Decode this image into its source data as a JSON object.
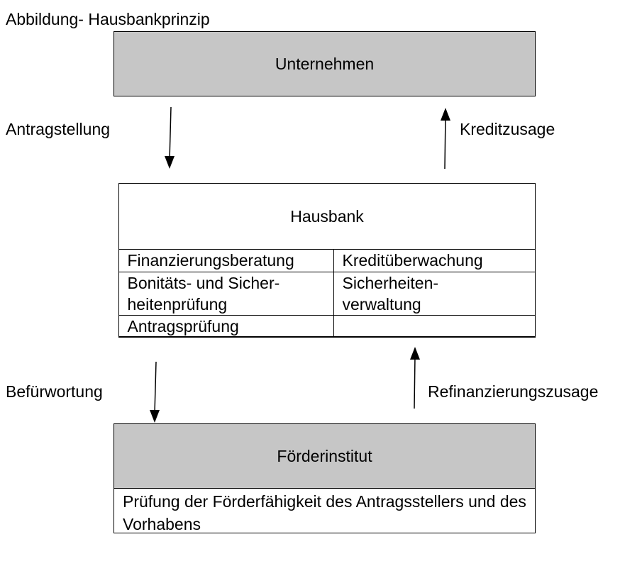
{
  "title": "Abbildung- Hausbankprinzip",
  "nodes": {
    "unternehmen": "Unternehmen",
    "hausbank": {
      "label": "Hausbank",
      "cells": [
        [
          "Finanzierungsberatung",
          "Kreditüberwachung"
        ],
        [
          "Bonitäts- und Sicher-\nheitenprüfung",
          "Sicherheiten-\nverwaltung"
        ],
        [
          "Antragsprüfung",
          ""
        ]
      ]
    },
    "foerderinstitut": {
      "label": "Förderinstitut",
      "description": "Prüfung der Förderfähigkeit des Antragsstellers und des Vorhabens"
    }
  },
  "edges": {
    "antragstellung": "Antragstellung",
    "kreditzusage": "Kreditzusage",
    "befuerwortung": "Befürwortung",
    "refinanzierungszusage": "Refinanzierungszusage"
  },
  "colors": {
    "box_fill": "#c6c6c6",
    "line": "#000000"
  }
}
